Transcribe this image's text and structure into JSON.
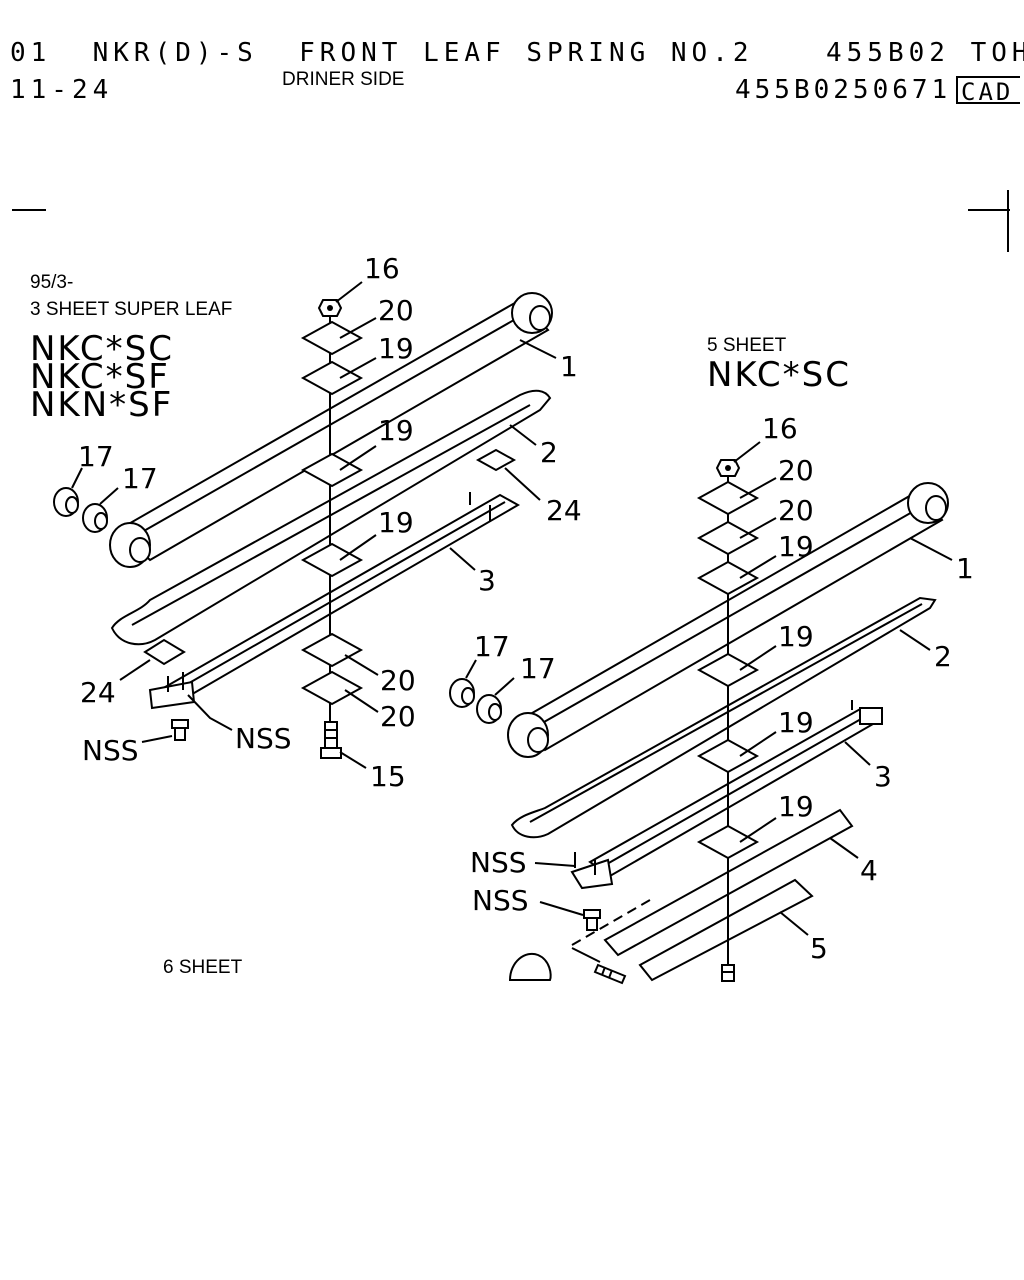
{
  "header": {
    "line1_left": "01  NKR(D)-S  FRONT LEAF SPRING NO.2",
    "line1_right": "455B02 TOH",
    "line2_left": "11-24",
    "note": "DRINER SIDE",
    "part_ref": "455B0250671",
    "cad_label": "CAD"
  },
  "left_group": {
    "date": "95/3-",
    "title": "3 SHEET SUPER LEAF",
    "models": [
      "NKC*SC",
      "NKC*SF",
      "NKN*SF"
    ]
  },
  "right_group": {
    "title": "5 SHEET",
    "model": "NKC*SC"
  },
  "bottom_group": {
    "title": "6 SHEET"
  },
  "callouts_left": [
    "16",
    "20",
    "19",
    "1",
    "19",
    "2",
    "17",
    "17",
    "24",
    "19",
    "3",
    "24",
    "20",
    "20",
    "NSS",
    "NSS",
    "15"
  ],
  "callouts_right": [
    "16",
    "20",
    "20",
    "19",
    "1",
    "19",
    "2",
    "17",
    "17",
    "19",
    "3",
    "19",
    "4",
    "NSS",
    "NSS",
    "5"
  ]
}
